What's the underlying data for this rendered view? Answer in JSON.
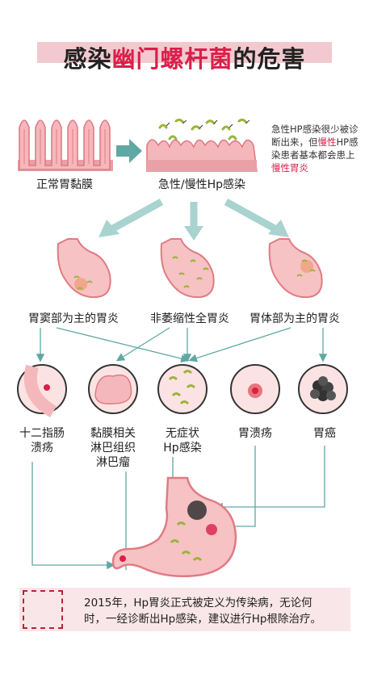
{
  "title": {
    "prefix": "感染",
    "highlight": "幽门螺杆菌",
    "suffix": "的危害"
  },
  "top": {
    "normal_label": "正常胃黏膜",
    "infected_label": "急性/慢性Hp感染",
    "note_line1": "急性HP感染很少被诊断出来，但",
    "note_red1": "慢性",
    "note_line2": "HP感染患者基本都会患上",
    "note_red2": "慢性胃炎"
  },
  "gastritis": [
    {
      "label": "胃窦部为主的胃炎"
    },
    {
      "label": "非萎缩性全胃炎"
    },
    {
      "label": "胃体部为主的胃炎"
    }
  ],
  "outcomes": [
    {
      "line1": "十二指肠",
      "line2": "溃疡",
      "line3": ""
    },
    {
      "line1": "黏膜相关",
      "line2": "淋巴组织",
      "line3": "淋巴瘤"
    },
    {
      "line1": "无症状",
      "line2": "Hp感染",
      "line3": ""
    },
    {
      "line1": "胃溃疡",
      "line2": "",
      "line3": ""
    },
    {
      "line1": "胃癌",
      "line2": "",
      "line3": ""
    }
  ],
  "warning": {
    "icon": "warning-triangle-icon",
    "line1": "2015年，Hp胃炎正式被定义为传染病，无论何",
    "line2": "时，一经诊断出Hp感染，建议进行Hp根除治疗。"
  },
  "colors": {
    "accent": "#d8204a",
    "teal": "#5fa8a3",
    "pink": "#f2c9cf",
    "mucosa": "#e07b83"
  }
}
